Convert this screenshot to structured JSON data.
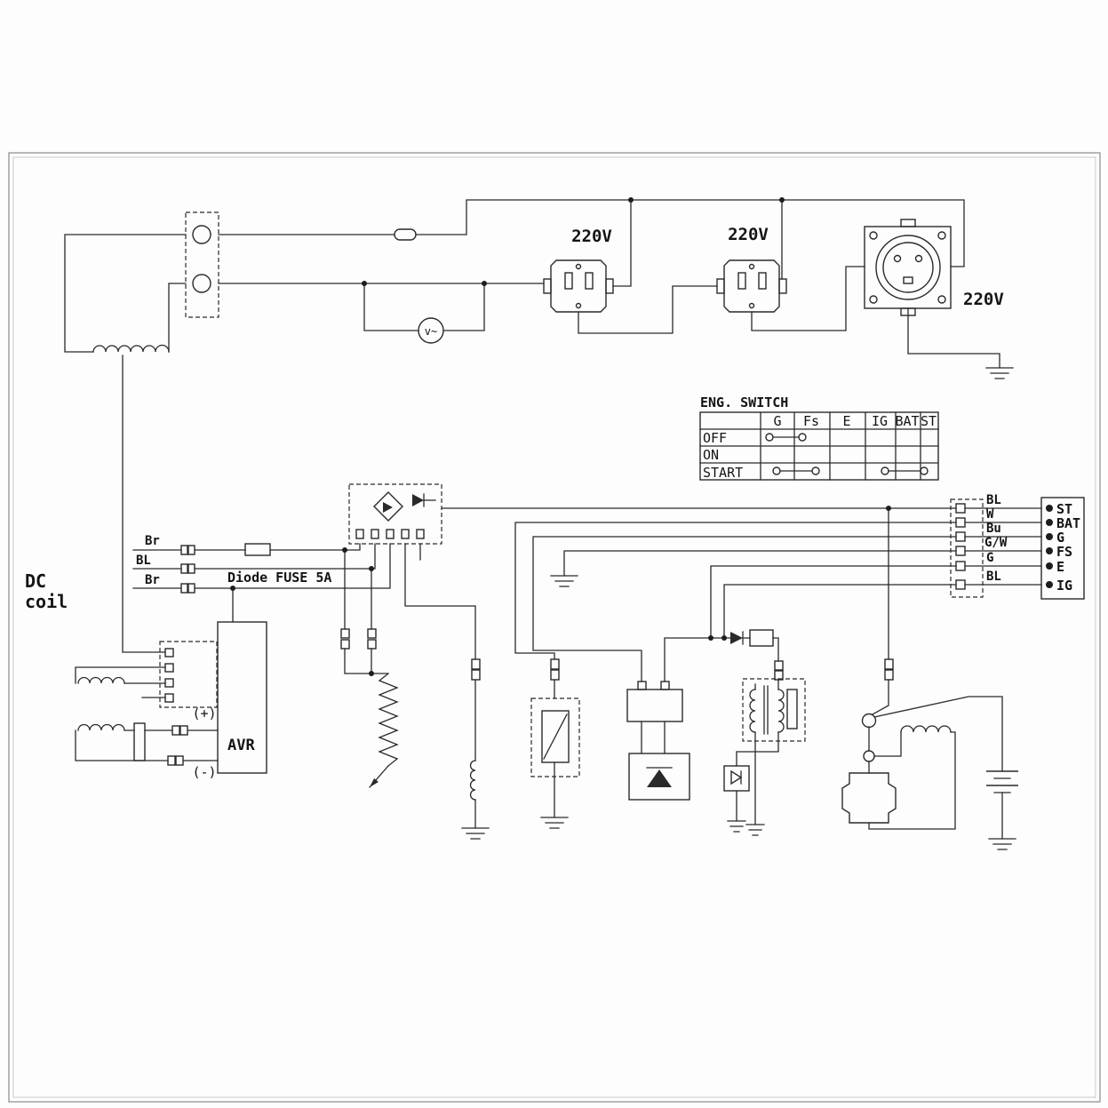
{
  "page": {
    "background": "#fdfdfd",
    "line_color": "#2a2a2a"
  },
  "labels": {
    "outlet_left_voltage": "220V",
    "outlet_middle_voltage": "220V",
    "outlet_round_voltage": "220V",
    "voltmeter": "v~",
    "dc_coil_line1": "DC",
    "dc_coil_line2": "coil",
    "wire_br_top": "Br",
    "wire_bl": "BL",
    "wire_br_bottom": "Br",
    "diode_fuse": "Diode FUSE 5A",
    "avr": "AVR",
    "avr_plus": "(+)",
    "avr_minus": "(-)"
  },
  "eng_switch": {
    "title": "ENG. SWITCH",
    "columns": [
      "G",
      "Fs",
      "E",
      "IG",
      "BAT",
      "ST"
    ],
    "rows": [
      "OFF",
      "ON",
      "START"
    ]
  },
  "connector": {
    "wire_labels": [
      "BL",
      "W",
      "Bu",
      "G/W",
      "G",
      "BL"
    ],
    "terminals": [
      "ST",
      "BAT",
      "G",
      "FS",
      "E",
      "IG"
    ]
  }
}
